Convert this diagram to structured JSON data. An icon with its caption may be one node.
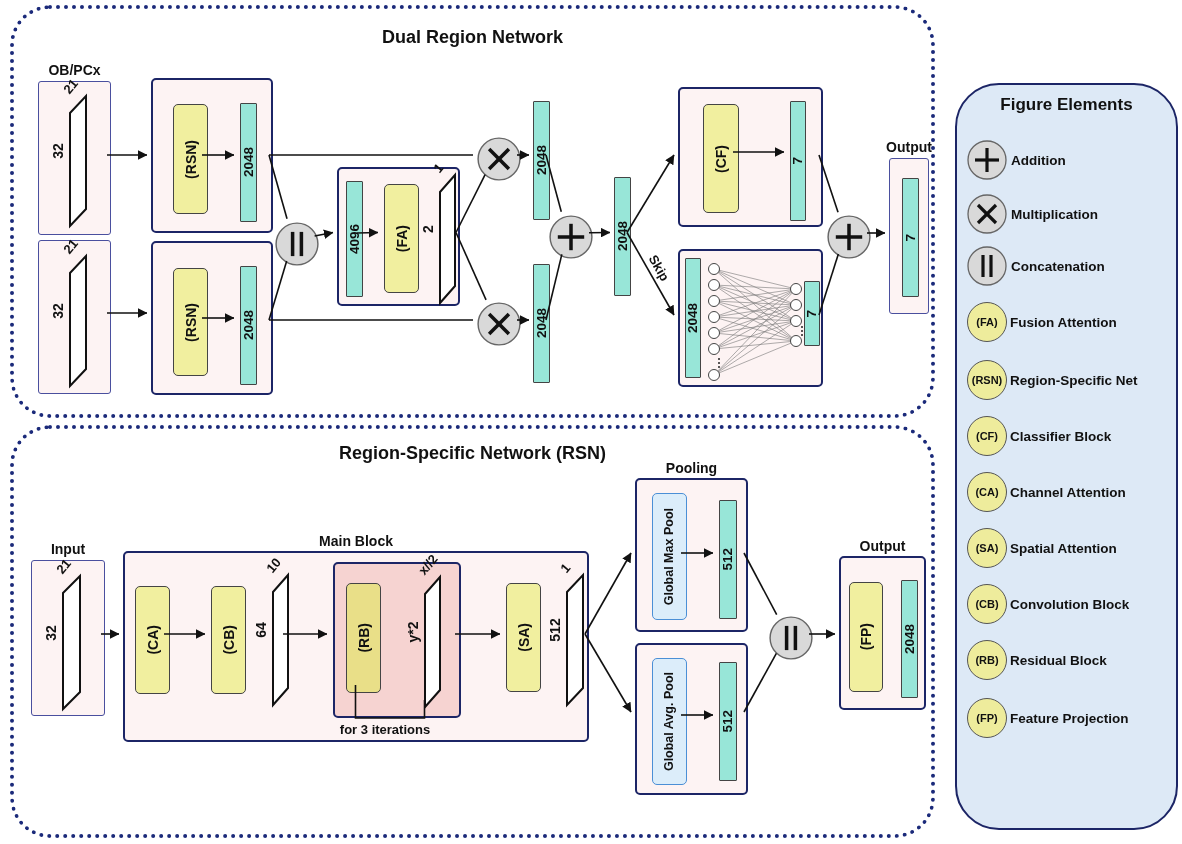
{
  "diagram": {
    "nodes": [
      {
        "text": [
          "Dual Region Network"
        ]
      },
      {
        "text": [
          "OB/PCx"
        ],
        "in": 0
      },
      {
        "text": [
          "21",
          "32"
        ],
        "in": 1
      },
      {
        "text": [],
        "shape": "box",
        "in": 0
      },
      {
        "text": [
          "21",
          "32"
        ],
        "in": 3
      },
      {
        "text": [],
        "shape": "box",
        "in": 0
      },
      {
        "text": [
          "(RSN)"
        ],
        "in": 5
      },
      {
        "text": [
          "2048"
        ],
        "in": 5
      },
      {
        "text": [],
        "shape": "box",
        "in": 0
      },
      {
        "text": [
          "(RSN)"
        ],
        "in": 8
      },
      {
        "text": [
          "2048"
        ],
        "in": 8
      },
      {
        "text": [],
        "shape": "circle",
        "in": 0
      },
      {
        "text": [],
        "shape": "box",
        "in": 0
      },
      {
        "text": [
          "4096"
        ],
        "in": 12
      },
      {
        "text": [
          "(FA)"
        ],
        "in": 12
      },
      {
        "text": [
          "1",
          "2"
        ],
        "in": 12
      },
      {
        "text": [],
        "shape": "circle",
        "in": 0
      },
      {
        "text": [],
        "shape": "circle",
        "in": 0
      },
      {
        "text": [
          "2048"
        ],
        "in": 0
      },
      {
        "text": [
          "2048"
        ],
        "in": 0
      },
      {
        "text": [],
        "shape": "circle",
        "in": 0
      },
      {
        "text": [
          "2048"
        ],
        "in": 0
      },
      {
        "text": [],
        "shape": "box",
        "in": 0
      },
      {
        "text": [
          "(CF)"
        ],
        "in": 22
      },
      {
        "text": [
          "7"
        ],
        "in": 22
      },
      {
        "text": [],
        "shape": "box",
        "in": 0
      },
      {
        "text": [
          "2048"
        ],
        "in": 25
      },
      {
        "text": [
          "7"
        ],
        "in": 25
      },
      {
        "text": [],
        "shape": "circle",
        "in": 0
      },
      {
        "text": [
          "Output"
        ],
        "in": 0
      },
      {
        "text": [
          "7"
        ],
        "in": 29
      },
      {
        "text": [
          "Region-Specific Network (RSN)"
        ]
      },
      {
        "text": [
          "Input"
        ],
        "in": 31
      },
      {
        "text": [
          "21",
          "32"
        ],
        "in": 32
      },
      {
        "text": [
          "Main Block"
        ],
        "in": 31
      },
      {
        "text": [
          "(CA)"
        ],
        "in": 34
      },
      {
        "text": [
          "(CB)"
        ],
        "in": 34
      },
      {
        "text": [
          "10",
          "64"
        ],
        "in": 34
      },
      {
        "text": [],
        "shape": "box",
        "in": 34
      },
      {
        "text": [
          "(RB)"
        ],
        "in": 38
      },
      {
        "text": [
          "x//2",
          "y*2"
        ],
        "in": 38
      },
      {
        "text": [
          "(SA)"
        ],
        "in": 34
      },
      {
        "text": [
          "1",
          "512"
        ],
        "in": 34
      },
      {
        "text": [
          "Pooling"
        ],
        "in": 31
      },
      {
        "text": [
          "Global Max Pool"
        ],
        "in": 43
      },
      {
        "text": [
          "512"
        ],
        "in": 43
      },
      {
        "text": [],
        "shape": "box",
        "in": 31
      },
      {
        "text": [
          "Global Avg. Pool"
        ],
        "in": 46
      },
      {
        "text": [
          "512"
        ],
        "in": 46
      },
      {
        "text": [],
        "shape": "circle",
        "in": 31
      },
      {
        "text": [
          "Output"
        ],
        "in": 31
      },
      {
        "text": [
          "(FP)"
        ],
        "in": 50
      },
      {
        "text": [
          "2048"
        ],
        "in": 50
      },
      {
        "text": [
          "Figure Elements"
        ]
      },
      {
        "text": [],
        "shape": "circle",
        "in": 53,
        "beside": [
          "Addition"
        ]
      },
      {
        "text": [],
        "shape": "circle",
        "in": 53,
        "beside": [
          "Multiplication"
        ]
      },
      {
        "text": [],
        "shape": "circle",
        "in": 53,
        "beside": [
          "Concatenation"
        ]
      },
      {
        "text": [
          "(FA)"
        ],
        "in": 53,
        "beside": [
          "Fusion Attention"
        ]
      },
      {
        "text": [
          "(RSN)"
        ],
        "in": 53,
        "beside": [
          "Region-Specific Net"
        ]
      },
      {
        "text": [
          "(CF)"
        ],
        "in": 53,
        "beside": [
          "Classifier Block"
        ]
      },
      {
        "text": [
          "(CA)"
        ],
        "in": 53,
        "beside": [
          "Channel Attention"
        ]
      },
      {
        "text": [
          "(SA)"
        ],
        "in": 53,
        "beside": [
          "Spatial Attention"
        ]
      },
      {
        "text": [
          "(CB)"
        ],
        "in": 53,
        "beside": [
          "Convolution Block"
        ]
      },
      {
        "text": [
          "(RB)"
        ],
        "in": 53,
        "beside": [
          "Residual Block"
        ]
      },
      {
        "text": [
          "(FP)"
        ],
        "in": 53,
        "beside": [
          "Feature Projection"
        ]
      }
    ],
    "edges": [
      {
        "from": 1,
        "to": 5,
        "arrow": "to"
      },
      {
        "from": 3,
        "to": 8,
        "arrow": "to"
      },
      {
        "from": 6,
        "to": 7,
        "arrow": "to"
      },
      {
        "from": 9,
        "to": 10,
        "arrow": "to"
      },
      {
        "from": 5,
        "to": 11,
        "arrow": "none"
      },
      {
        "from": 5,
        "to": 16,
        "arrow": "none"
      },
      {
        "from": 8,
        "to": 11,
        "arrow": "none"
      },
      {
        "from": 8,
        "to": 17,
        "arrow": "none"
      },
      {
        "from": 11,
        "to": 12,
        "arrow": "to"
      },
      {
        "from": 13,
        "to": 14,
        "arrow": "to"
      },
      {
        "from": 12,
        "to": 16,
        "arrow": "none"
      },
      {
        "from": 12,
        "to": 17,
        "arrow": "none"
      },
      {
        "from": 16,
        "to": 18,
        "arrow": "to"
      },
      {
        "from": 17,
        "to": 19,
        "arrow": "to"
      },
      {
        "from": 18,
        "to": 20,
        "arrow": "none"
      },
      {
        "from": 19,
        "to": 20,
        "arrow": "none"
      },
      {
        "from": 20,
        "to": 21,
        "arrow": "to"
      },
      {
        "from": 21,
        "to": 22,
        "arrow": "to"
      },
      {
        "from": 21,
        "to": 25,
        "arrow": "to",
        "label": "Skip"
      },
      {
        "from": 23,
        "to": 24,
        "arrow": "to"
      },
      {
        "from": 22,
        "to": 28,
        "arrow": "none"
      },
      {
        "from": 25,
        "to": 28,
        "arrow": "none"
      },
      {
        "from": 28,
        "to": 29,
        "arrow": "to"
      },
      {
        "from": 32,
        "to": 34,
        "arrow": "to"
      },
      {
        "from": 35,
        "to": 36,
        "arrow": "to"
      },
      {
        "from": 37,
        "to": 38,
        "arrow": "to"
      },
      {
        "from": 38,
        "to": 41,
        "arrow": "to"
      },
      {
        "from": 39,
        "to": 40,
        "arrow": "none",
        "label": "for 3 iterations"
      },
      {
        "from": 34,
        "to": 43,
        "arrow": "to"
      },
      {
        "from": 34,
        "to": 46,
        "arrow": "to"
      },
      {
        "from": 44,
        "to": 45,
        "arrow": "to"
      },
      {
        "from": 47,
        "to": 48,
        "arrow": "to"
      },
      {
        "from": 43,
        "to": 49,
        "arrow": "none"
      },
      {
        "from": 46,
        "to": 49,
        "arrow": "none"
      },
      {
        "from": 49,
        "to": 50,
        "arrow": "to"
      }
    ]
  }
}
